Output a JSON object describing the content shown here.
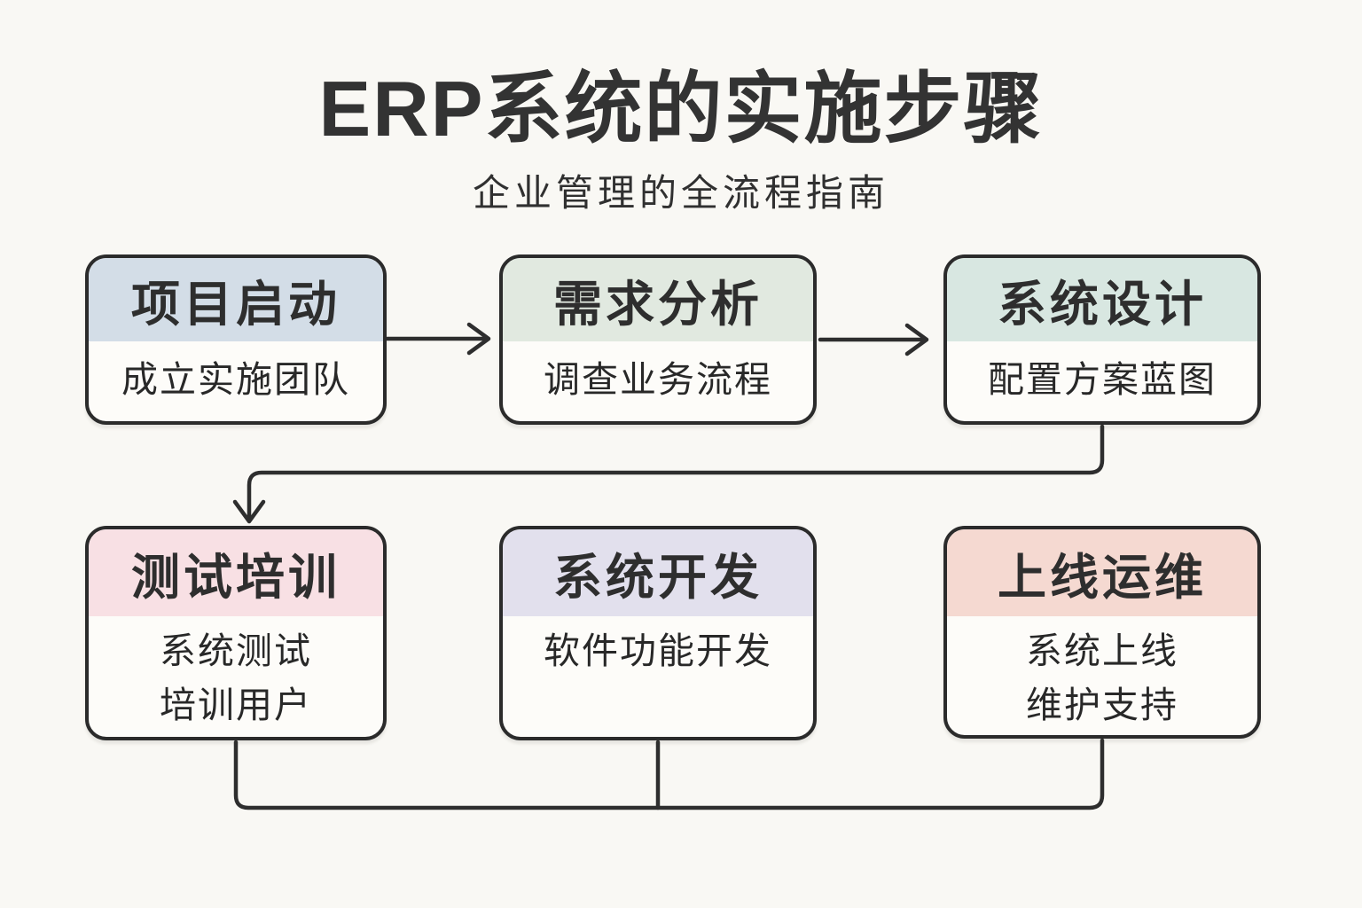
{
  "page": {
    "title": "ERP系统的实施步骤",
    "subtitle": "企业管理的全流程指南"
  },
  "colors": {
    "background": "#f9f8f4",
    "card_border": "#2b2b2b",
    "connector": "#2e2e2e",
    "title_text": "#333333",
    "body_text": "#282828"
  },
  "steps": [
    {
      "id": "project-kickoff",
      "title": "项目启动",
      "lines": [
        "成立实施团队"
      ],
      "header_color": "#d3dde7"
    },
    {
      "id": "requirements-analysis",
      "title": "需求分析",
      "lines": [
        "调查业务流程"
      ],
      "header_color": "#e1e9e0"
    },
    {
      "id": "system-design",
      "title": "系统设计",
      "lines": [
        "配置方案蓝图"
      ],
      "header_color": "#d8e7e1"
    },
    {
      "id": "testing-training",
      "title": "测试培训",
      "lines": [
        "系统测试",
        "培训用户"
      ],
      "header_color": "#f8e0e4"
    },
    {
      "id": "system-development",
      "title": "系统开发",
      "lines": [
        "软件功能开发"
      ],
      "header_color": "#e2e0ed"
    },
    {
      "id": "golive-operations",
      "title": "上线运维",
      "lines": [
        "系统上线",
        "维护支持"
      ],
      "header_color": "#f5d9d1"
    }
  ],
  "connections": [
    {
      "from": "项目启动",
      "to": "需求分析",
      "style": "arrow"
    },
    {
      "from": "需求分析",
      "to": "系统设计",
      "style": "arrow"
    },
    {
      "from": "系统设计",
      "to": "测试培训",
      "style": "arrow"
    },
    {
      "from": "测试培训",
      "to": "系统开发",
      "style": "line"
    },
    {
      "from": "系统开发",
      "to": "上线运维",
      "style": "line"
    }
  ]
}
